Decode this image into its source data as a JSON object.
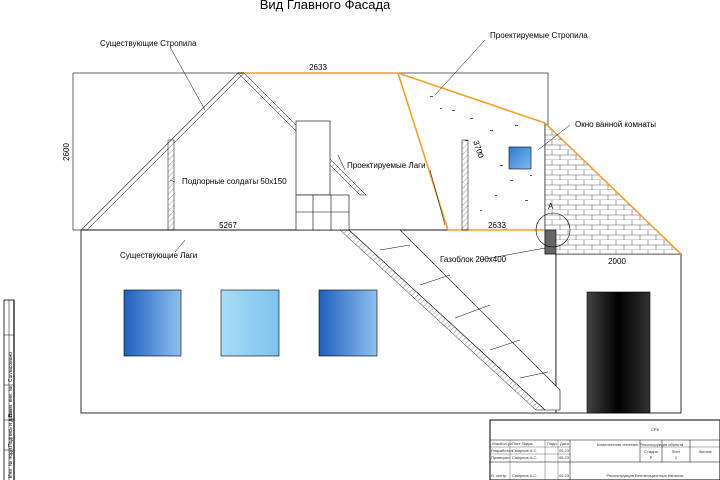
{
  "title": "Вид Главного Фасада",
  "labels": {
    "existing_rafters": "Существующие Стропила",
    "designed_rafters": "Проектируемые Стропила",
    "bathroom_window": "Окно ванной комнаты",
    "support_posts": "Подпорные солдаты 50х150",
    "designed_joists": "Проектируемые Лаги",
    "existing_joists": "Существующие Лаги",
    "gas_block": "Газоблок 200х400",
    "node_a": "А"
  },
  "dimensions": {
    "top_width": "2633",
    "height_left": "2600",
    "slope": "3700",
    "left_span": "5267",
    "right_span": "2633",
    "annex_width": "2000"
  },
  "title_block": {
    "code": "СРК",
    "subtitle": "Комплексная система. Реконструкция объекта",
    "col_stage": "Стадия",
    "col_sheet": "Лист",
    "col_sheets": "Листов",
    "val_stage": "Р",
    "val_sheet": "1",
    "row_headers": [
      "Изм.",
      "Кол.уч",
      "Лист",
      "№док",
      "Подп.",
      "Дата"
    ],
    "row1": [
      "Разработал",
      "Смирнов А.С.",
      "",
      "05.23"
    ],
    "row2": [
      "Проверил",
      "Смирнов А.С.",
      "",
      "05.23"
    ],
    "row3": [
      "Н. контр.",
      "Смирнов А.С.",
      "05.23"
    ],
    "bottom_text": "Реконструкция Вентиляционных Каналов"
  },
  "side_stamp": [
    "Инв. № подл.",
    "Подпись и дата",
    "Взам. инв. №",
    "Согласовано"
  ],
  "colors": {
    "orange": "#f0a030",
    "line": "#000000",
    "window_blue": "#3d7fd0",
    "window_light": "#9fd3f2",
    "door_dark": "#111111"
  }
}
